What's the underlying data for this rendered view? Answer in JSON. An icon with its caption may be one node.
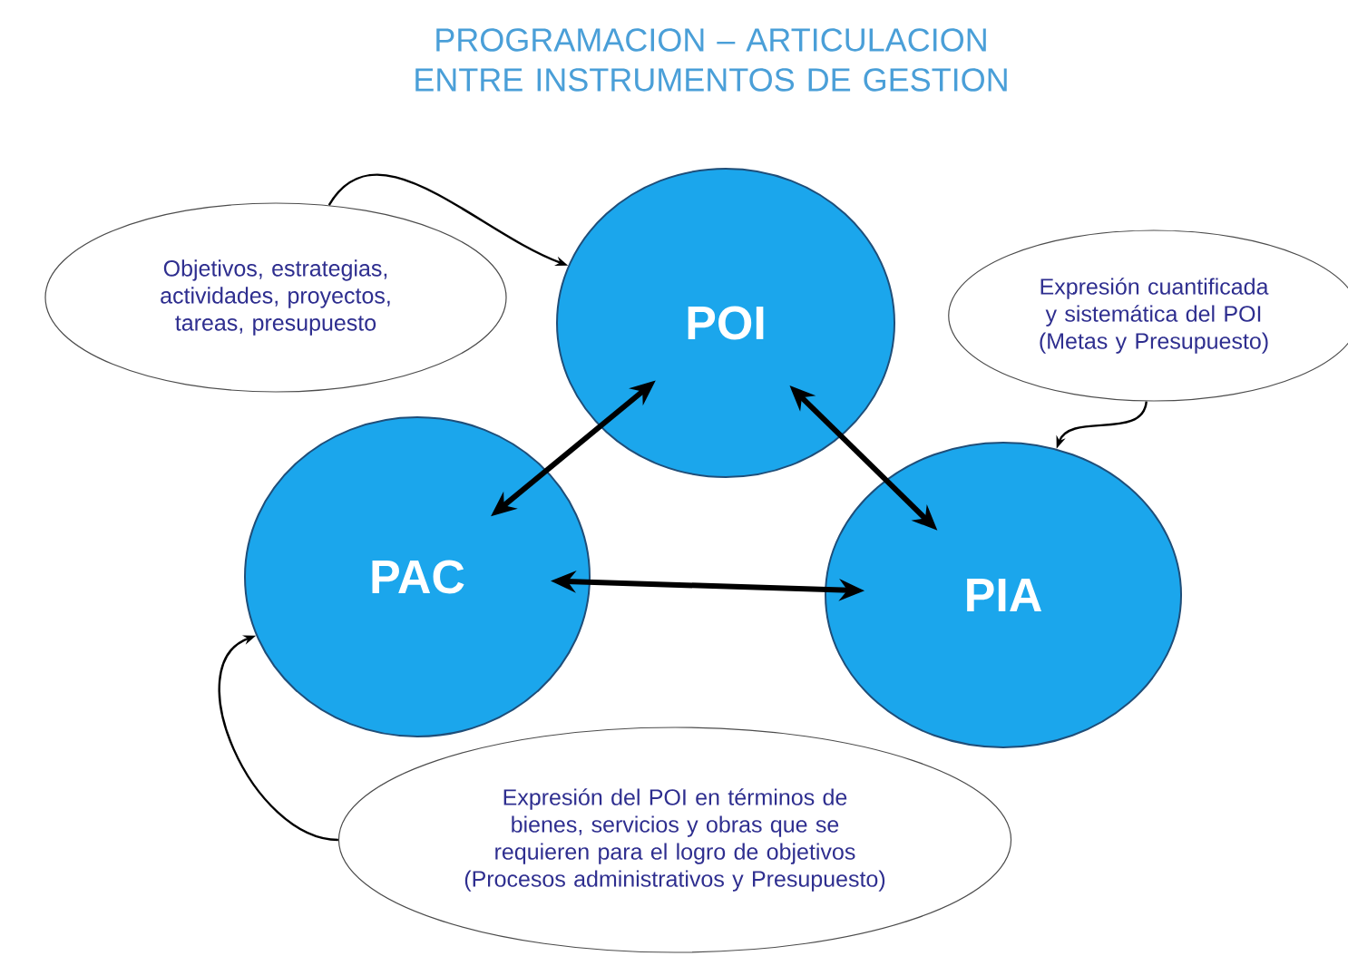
{
  "diagram": {
    "title": "PROGRAMACION – ARTICULACION ENTRE INSTRUMENTOS DE GESTION",
    "nodes": [
      {
        "text": [
          "Objetivos, estrategias, actividades, proyectos, tareas, presupuesto"
        ]
      },
      {
        "text": [
          "POI"
        ]
      },
      {
        "text": [
          "Expresión cuantificada y sistemática del POI (Metas y Presupuesto)"
        ]
      },
      {
        "text": [
          "PAC"
        ]
      },
      {
        "text": [
          "PIA"
        ]
      },
      {
        "text": [
          "Expresión del POI en términos de bienes, servicios y obras que se requieren para el logro de objetivos (Procesos administrativos y Presupuesto)"
        ]
      }
    ],
    "edges": [
      {
        "from": 0,
        "to": 1,
        "arrow": "to"
      },
      {
        "from": 2,
        "to": 4,
        "arrow": "to"
      },
      {
        "from": 5,
        "to": 3,
        "arrow": "to"
      },
      {
        "from": 1,
        "to": 3,
        "arrow": "both",
        "style": "thick"
      },
      {
        "from": 1,
        "to": 4,
        "arrow": "both",
        "style": "thick"
      },
      {
        "from": 3,
        "to": 4,
        "arrow": "both",
        "style": "thick"
      }
    ]
  }
}
